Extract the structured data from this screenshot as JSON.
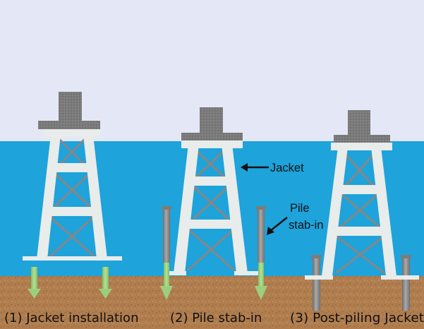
{
  "captions": {
    "step1": "(1) Jacket installation",
    "step2": "(2) Pile stab-in",
    "step3": "(3) Post-piling Jacket"
  },
  "labels": {
    "jacket": "Jacket",
    "pile_line1": "Pile",
    "pile_line2": "stab-in"
  },
  "colors": {
    "sky": "#e4e8f6",
    "water": "#1ea3db",
    "seabed": "#b07d4f",
    "structure": "#e8ecea",
    "deck_block": "#7b7b7b",
    "pile": "#8f8f8f",
    "penetration_arrow": "#9ccf7c"
  }
}
